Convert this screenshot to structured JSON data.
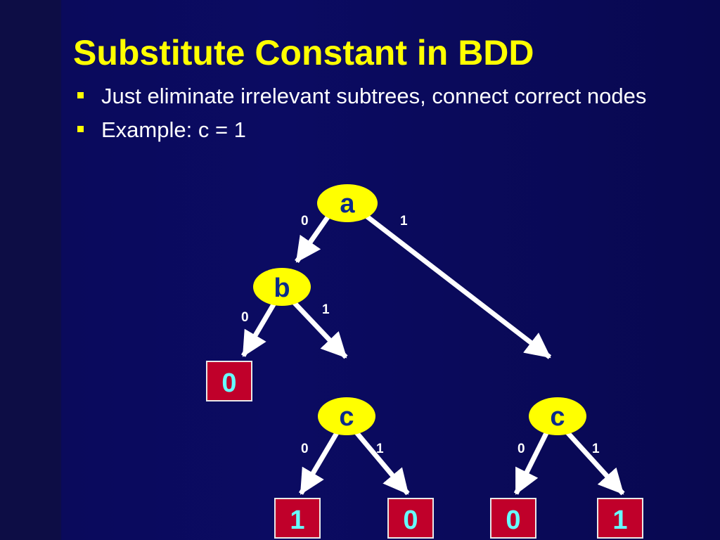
{
  "slide": {
    "title": "Substitute Constant in BDD",
    "bullets": [
      {
        "text": "Just eliminate irrelevant subtrees, connect correct nodes"
      },
      {
        "text": "Example: c = 1"
      }
    ]
  },
  "diagram": {
    "nodes": {
      "a": "a",
      "b": "b",
      "c_left": "c",
      "c_right": "c"
    },
    "terminals": {
      "b_zero": "0",
      "cl_zero": "1",
      "cl_one": "0",
      "cr_zero": "0",
      "cr_one": "1"
    },
    "edge_labels": {
      "a_zero": "0",
      "a_one": "1",
      "b_zero": "0",
      "b_one": "1",
      "cl_zero": "0",
      "cl_one": "1",
      "cr_zero": "0",
      "cr_one": "1"
    },
    "colors": {
      "node_fill": "#ffff00",
      "node_text": "#0a2a8c",
      "terminal_fill": "#c0002a",
      "terminal_border": "#e8e8e8",
      "terminal_text": "#66ffff",
      "edge": "#ffffff"
    }
  }
}
